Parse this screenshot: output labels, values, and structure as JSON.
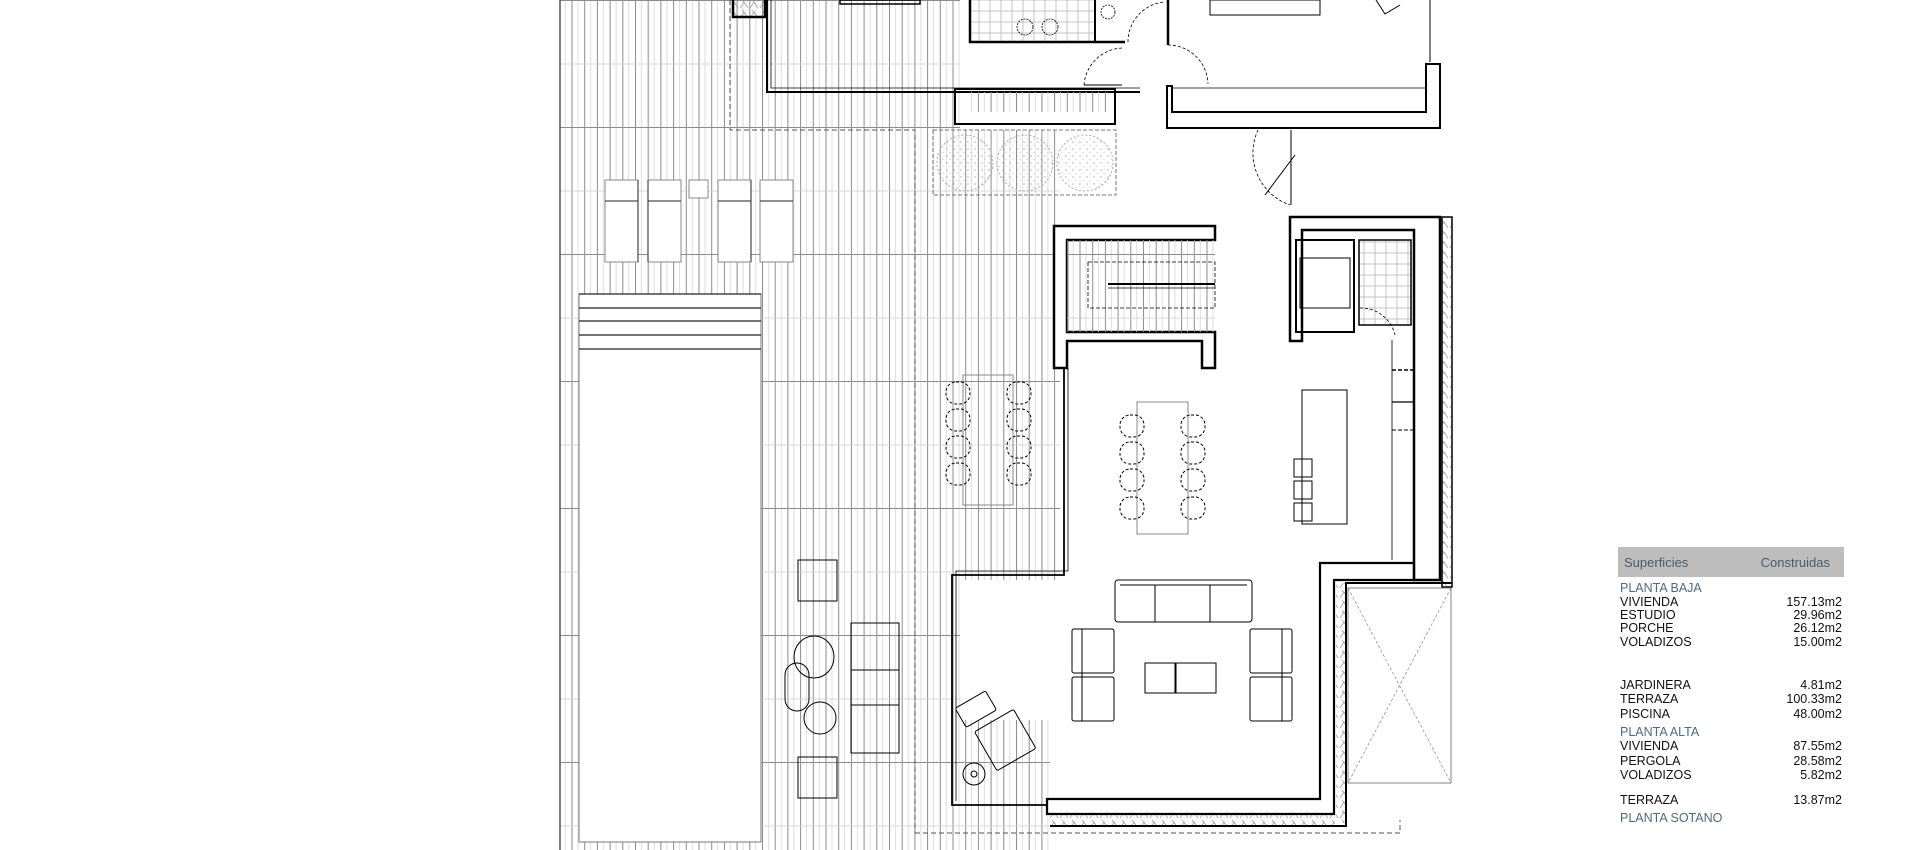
{
  "table": {
    "header": {
      "col1": "Superficies",
      "col2": "Construidas"
    },
    "sections": {
      "planta_baja": {
        "title": "PLANTA BAJA",
        "rows": [
          {
            "label": "VIVIENDA",
            "value": "157.13m2"
          },
          {
            "label": "ESTUDIO",
            "value": "29.96m2"
          },
          {
            "label": "PORCHE",
            "value": "26.12m2"
          },
          {
            "label": "VOLADIZOS",
            "value": "15.00m2"
          },
          {
            "label": "JARDINERA",
            "value": "4.81m2"
          },
          {
            "label": "TERRAZA",
            "value": "100.33m2"
          },
          {
            "label": "PISCINA",
            "value": "48.00m2"
          }
        ]
      },
      "planta_alta": {
        "title": "PLANTA ALTA",
        "rows": [
          {
            "label": "VIVIENDA",
            "value": "87.55m2"
          },
          {
            "label": "PERGOLA",
            "value": "28.58m2"
          },
          {
            "label": "VOLADIZOS",
            "value": "5.82m2"
          },
          {
            "label": "TERRAZA",
            "value": "13.87m2"
          }
        ]
      },
      "planta_sotano": {
        "title": "PLANTA SOTANO"
      }
    }
  },
  "colors": {
    "header_bg": "#bdbdbd",
    "header_text": "#4a5a6e",
    "section_text": "#4c6b80",
    "wall": "#000000",
    "grid": "#9a9a9a"
  }
}
